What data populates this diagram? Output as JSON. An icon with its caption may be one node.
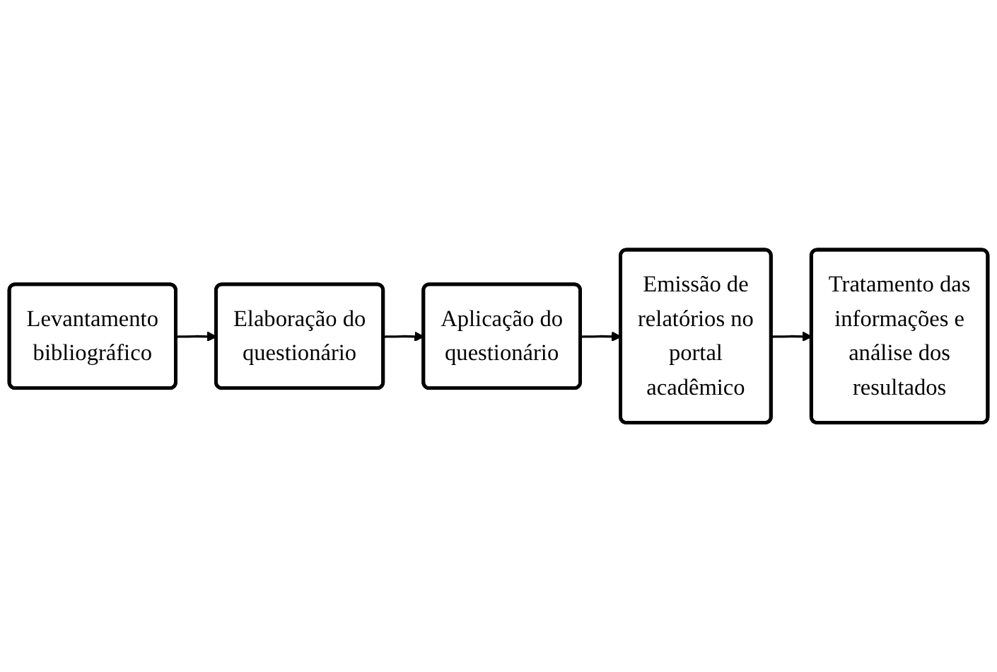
{
  "diagram": {
    "nodes": [
      {
        "text": [
          "Levantamento bibliográfico"
        ]
      },
      {
        "text": [
          "Elaboração do questionário"
        ]
      },
      {
        "text": [
          "Aplicação do questionário"
        ]
      },
      {
        "text": [
          "Emissão de relatórios no portal acadêmico"
        ]
      },
      {
        "text": [
          "Tratamento das informações e análise dos resultados"
        ]
      }
    ],
    "edges": [
      {
        "from": 0,
        "to": 1,
        "arrow": "to"
      },
      {
        "from": 1,
        "to": 2,
        "arrow": "to"
      },
      {
        "from": 2,
        "to": 3,
        "arrow": "to"
      },
      {
        "from": 3,
        "to": 4,
        "arrow": "to"
      }
    ]
  }
}
